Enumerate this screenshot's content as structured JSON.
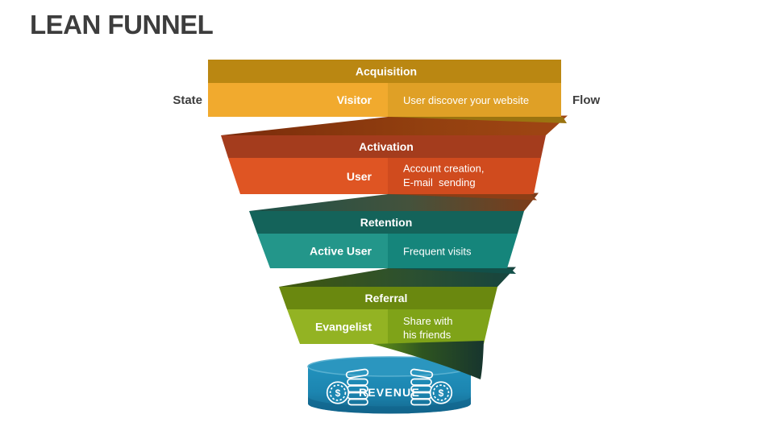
{
  "title": "LEAN FUNNEL",
  "axis_labels": {
    "left": "State",
    "right": "Flow"
  },
  "funnel": {
    "stages": [
      {
        "name": "Acquisition",
        "state": "Visitor",
        "flow_lines": [
          "User discover your website"
        ],
        "colors": {
          "header": "#BA8712",
          "state_bg": "#F1AA2E",
          "flow_bg": "#DFA026"
        }
      },
      {
        "name": "Activation",
        "state": "User",
        "flow_lines": [
          "Account creation,",
          "E-mail  sending"
        ],
        "colors": {
          "header": "#A43C1D",
          "state_bg": "#DF5523",
          "flow_bg": "#D04B1E"
        }
      },
      {
        "name": "Retention",
        "state": "Active User",
        "flow_lines": [
          "Frequent visits"
        ],
        "colors": {
          "header": "#14635A",
          "state_bg": "#23968A",
          "flow_bg": "#15857B"
        }
      },
      {
        "name": "Referral",
        "state": "Evangelist",
        "flow_lines": [
          "Share with",
          "his friends"
        ],
        "colors": {
          "header": "#6A880F",
          "state_bg": "#93B323",
          "flow_bg": "#7FA318"
        }
      }
    ],
    "result": {
      "label": "REVENUE",
      "currency_symbol": "$",
      "colors": {
        "body": "#1D86B1",
        "top": "#2B96BF",
        "bottom_shade": "#11638A"
      }
    }
  }
}
